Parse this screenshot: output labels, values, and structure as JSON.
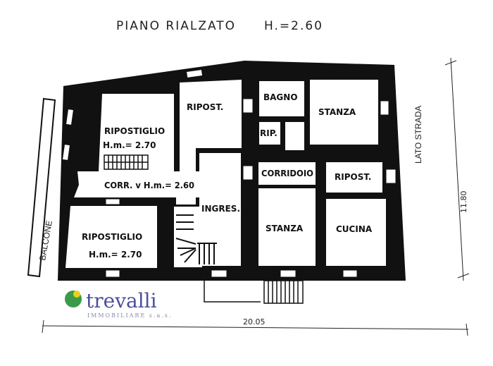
{
  "title": "PIANO RIALZATO",
  "height_label": "H.=2.60",
  "side_label": "LATO STRADA",
  "balcony_label": "BALCONE",
  "width_dimension": "20.05",
  "depth_dimension": "11.80",
  "rooms": {
    "ripostiglio_top": {
      "name": "RIPOSTIGLIO",
      "height": "H.m.= 2.70"
    },
    "ripost_mid": {
      "name": "RIPOST."
    },
    "corr": {
      "name": "CORR. v H.m.= 2.60"
    },
    "ingres": {
      "name": "INGRES."
    },
    "ripostiglio_bottom": {
      "name": "RIPOSTIGLIO",
      "height": "H.m.= 2.70"
    },
    "bagno": {
      "name": "BAGNO"
    },
    "rip": {
      "name": "RIP."
    },
    "stanza_top": {
      "name": "STANZA"
    },
    "corridoio": {
      "name": "CORRIDOIO"
    },
    "ripost_right": {
      "name": "RIPOST."
    },
    "stanza_bottom": {
      "name": "STANZA"
    },
    "cucina": {
      "name": "CUCINA"
    }
  },
  "watermark": {
    "brand": "trevalli",
    "sub": "IMMOBILIARE s.a.s.",
    "color_brand": "#4b4f9c",
    "color_leaf": "#3a9a4a",
    "color_sun": "#e8d21c"
  }
}
